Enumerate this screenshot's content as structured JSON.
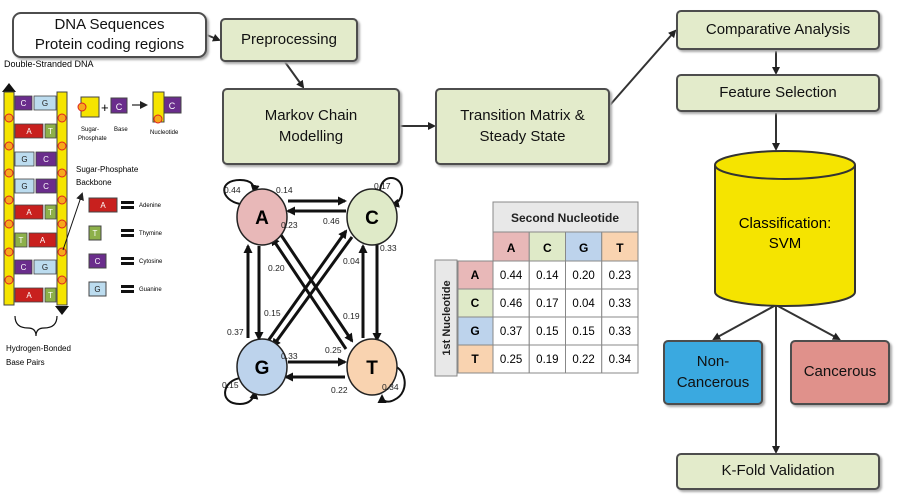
{
  "input_box": {
    "line1": "DNA Sequences",
    "line2": "Protein coding regions"
  },
  "steps": {
    "preprocessing": "Preprocessing",
    "markov_line1": "Markov Chain",
    "markov_line2": "Modelling",
    "transition_line1": "Transition Matrix &",
    "transition_line2": "Steady State",
    "comparative": "Comparative Analysis",
    "feature": "Feature Selection",
    "classification_line1": "Classification:",
    "classification_line2": "SVM",
    "non_cancerous_line1": "Non-",
    "non_cancerous_line2": "Cancerous",
    "cancerous": "Cancerous",
    "kfold": "K-Fold Validation"
  },
  "dna": {
    "title": "Double-Stranded DNA",
    "sugar_phosphate_1": "Sugar-",
    "sugar_phosphate_2": "Phosphate",
    "base": "Base",
    "nucleotide": "Nucleotide",
    "backbone_1": "Sugar-Phosphate",
    "backbone_2": "Backbone",
    "hbond_1": "Hydrogen-Bonded",
    "hbond_2": "Base Pairs",
    "pairs": [
      [
        "C",
        "G"
      ],
      [
        "A",
        "T"
      ],
      [
        "G",
        "C"
      ],
      [
        "G",
        "C"
      ],
      [
        "A",
        "T"
      ],
      [
        "T",
        "A"
      ],
      [
        "C",
        "G"
      ],
      [
        "A",
        "T"
      ]
    ],
    "legend": [
      {
        "letter": "A",
        "name": "Adenine",
        "color": "#c8201e"
      },
      {
        "letter": "T",
        "name": "Thymine",
        "color": "#8db04a"
      },
      {
        "letter": "C",
        "name": "Cytosine",
        "color": "#6a2d8c"
      },
      {
        "letter": "G",
        "name": "Guanine",
        "color": "#bcdcef"
      }
    ]
  },
  "graph": {
    "nodes": [
      {
        "label": "A",
        "color": "#e8b8b8"
      },
      {
        "label": "C",
        "color": "#dfeac8"
      },
      {
        "label": "G",
        "color": "#bdd3ec"
      },
      {
        "label": "T",
        "color": "#f9d3b0"
      }
    ],
    "edge_labels": [
      "0.44",
      "0.14",
      "0.17",
      "0.23",
      "0.46",
      "0.33",
      "0.20",
      "0.04",
      "0.15",
      "0.19",
      "0.37",
      "0.25",
      "0.33",
      "0.15",
      "0.22",
      "0.34"
    ]
  },
  "table": {
    "header": "Second Nucleotide",
    "row_header": "1st Nucleotide",
    "columns": [
      "A",
      "C",
      "G",
      "T"
    ],
    "rows": [
      {
        "label": "A",
        "values": [
          "0.44",
          "0.14",
          "0.20",
          "0.23"
        ]
      },
      {
        "label": "C",
        "values": [
          "0.46",
          "0.17",
          "0.04",
          "0.33"
        ]
      },
      {
        "label": "G",
        "values": [
          "0.37",
          "0.15",
          "0.15",
          "0.33"
        ]
      },
      {
        "label": "T",
        "values": [
          "0.25",
          "0.19",
          "0.22",
          "0.34"
        ]
      }
    ],
    "colors": {
      "A": "#e8b8b8",
      "C": "#dfeac8",
      "G": "#bdd3ec",
      "T": "#f9d3b0"
    }
  },
  "colors": {
    "step_fill": "#e3ebcb",
    "cylinder": "#f5e400",
    "non_cancerous": "#3aa9e0",
    "cancerous": "#e0918b"
  }
}
